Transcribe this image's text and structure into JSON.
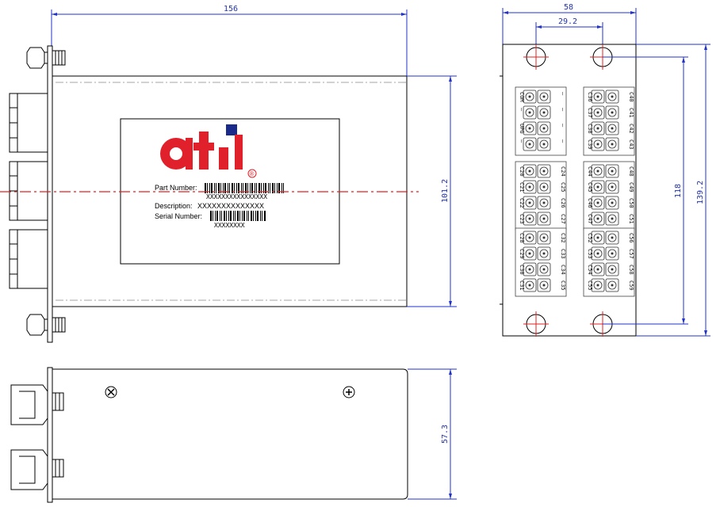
{
  "dimensions": {
    "width_top": "156",
    "width_end": "58",
    "hole_spacing": "29.2",
    "height_side": "101.2",
    "hole_vertical": "118",
    "height_total": "139.2",
    "depth_bottom": "57.3"
  },
  "label": {
    "logo_text": "ati",
    "registered_mark": "®",
    "part_number_label": "Part Number:",
    "part_number_value": "XXXXXXXXXXXXXXXX",
    "description_label": "Description:",
    "description_value": "XXXXXXXXXXXXXX",
    "serial_number_label": "Serial Number:",
    "serial_number_value": "XXXXXXXX"
  },
  "port_groups": [
    {
      "left": [
        "COM",
        "—",
        "UPG",
        "—"
      ],
      "mid": [
        "—",
        "—",
        "—",
        "—"
      ],
      "mid2": [
        "C36",
        "C37",
        "C38",
        "C39"
      ],
      "right": [
        "C40",
        "C41",
        "C42",
        "C43"
      ]
    },
    {
      "left": [
        "C20",
        "C21",
        "C22",
        "C23"
      ],
      "mid": [
        "C24",
        "C25",
        "C26",
        "C27"
      ],
      "mid2": [
        "C44",
        "C45",
        "C46",
        "C47"
      ],
      "right": [
        "C48",
        "C49",
        "C50",
        "C51"
      ]
    },
    {
      "left": [
        "C28",
        "C29",
        "C30",
        "C31"
      ],
      "mid": [
        "C32",
        "C33",
        "C34",
        "C35"
      ],
      "mid2": [
        "C52",
        "C53",
        "C54",
        "C55"
      ],
      "right": [
        "C56",
        "C57",
        "C58",
        "C59"
      ]
    }
  ],
  "colors": {
    "dimension_line": "#2233cc",
    "center_line": "#e02020",
    "logo_red": "#e0202a",
    "logo_blue": "#1a2a8a"
  }
}
